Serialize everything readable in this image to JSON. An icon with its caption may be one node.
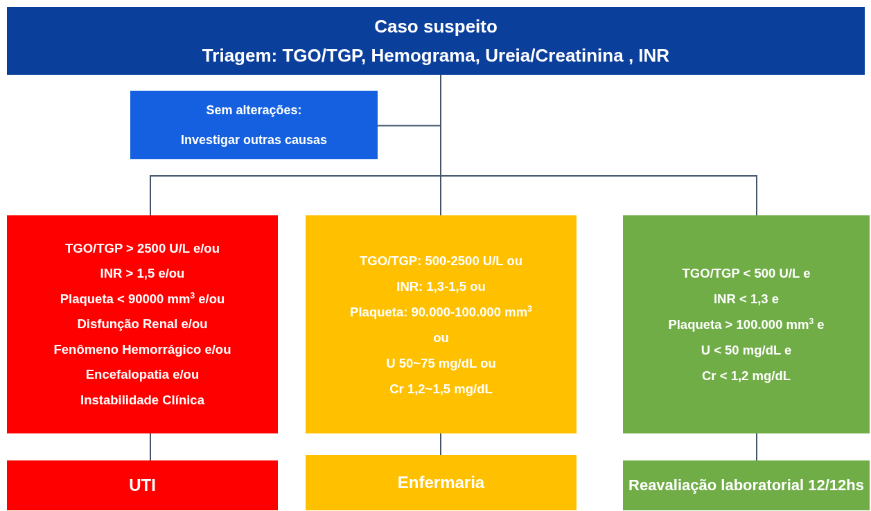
{
  "diagram": {
    "nodes": [
      {
        "text": [
          "Caso suspeito",
          "Triagem: TGO/TGP, Hemograma, Ureia/Creatinina , INR"
        ]
      },
      {
        "text": [
          "Sem alterações:",
          "Investigar outras causas"
        ]
      },
      {
        "text": [
          "TGO/TGP > 2500  U/L e/ou",
          "INR > 1,5 e/ou",
          "Plaqueta < 90000 mm$^{3}$ e/ou",
          "Disfunção Renal e/ou",
          "Fenômeno Hemorrágico e/ou",
          "Encefalopatia e/ou",
          "Instabilidade Clínica"
        ]
      },
      {
        "text": [
          "TGO/TGP: 500-2500 U/L ou",
          "INR: 1,3-1,5 ou",
          "Plaqueta: 90.000-100.000 mm$^{3}$",
          "ou",
          "U 50~75 mg/dL ou",
          "Cr 1,2~1,5 mg/dL"
        ]
      },
      {
        "text": [
          "TGO/TGP < 500 U/L e",
          "INR < 1,3 e",
          "Plaqueta > 100.000 mm$^{3}$ e",
          "U < 50 mg/dL e",
          "Cr < 1,2 mg/dL"
        ]
      },
      {
        "text": [
          "UTI"
        ]
      },
      {
        "text": [
          "Enfermaria"
        ]
      },
      {
        "text": [
          "Reavaliação laboratorial 12/12hs"
        ]
      }
    ],
    "edges": [
      {
        "from": 0,
        "to": 1,
        "arrow": "none"
      },
      {
        "from": 0,
        "to": 2,
        "arrow": "none"
      },
      {
        "from": 0,
        "to": 3,
        "arrow": "none"
      },
      {
        "from": 0,
        "to": 4,
        "arrow": "none"
      },
      {
        "from": 2,
        "to": 5,
        "arrow": "none"
      },
      {
        "from": 3,
        "to": 6,
        "arrow": "none"
      },
      {
        "from": 4,
        "to": 7,
        "arrow": "none"
      }
    ]
  }
}
